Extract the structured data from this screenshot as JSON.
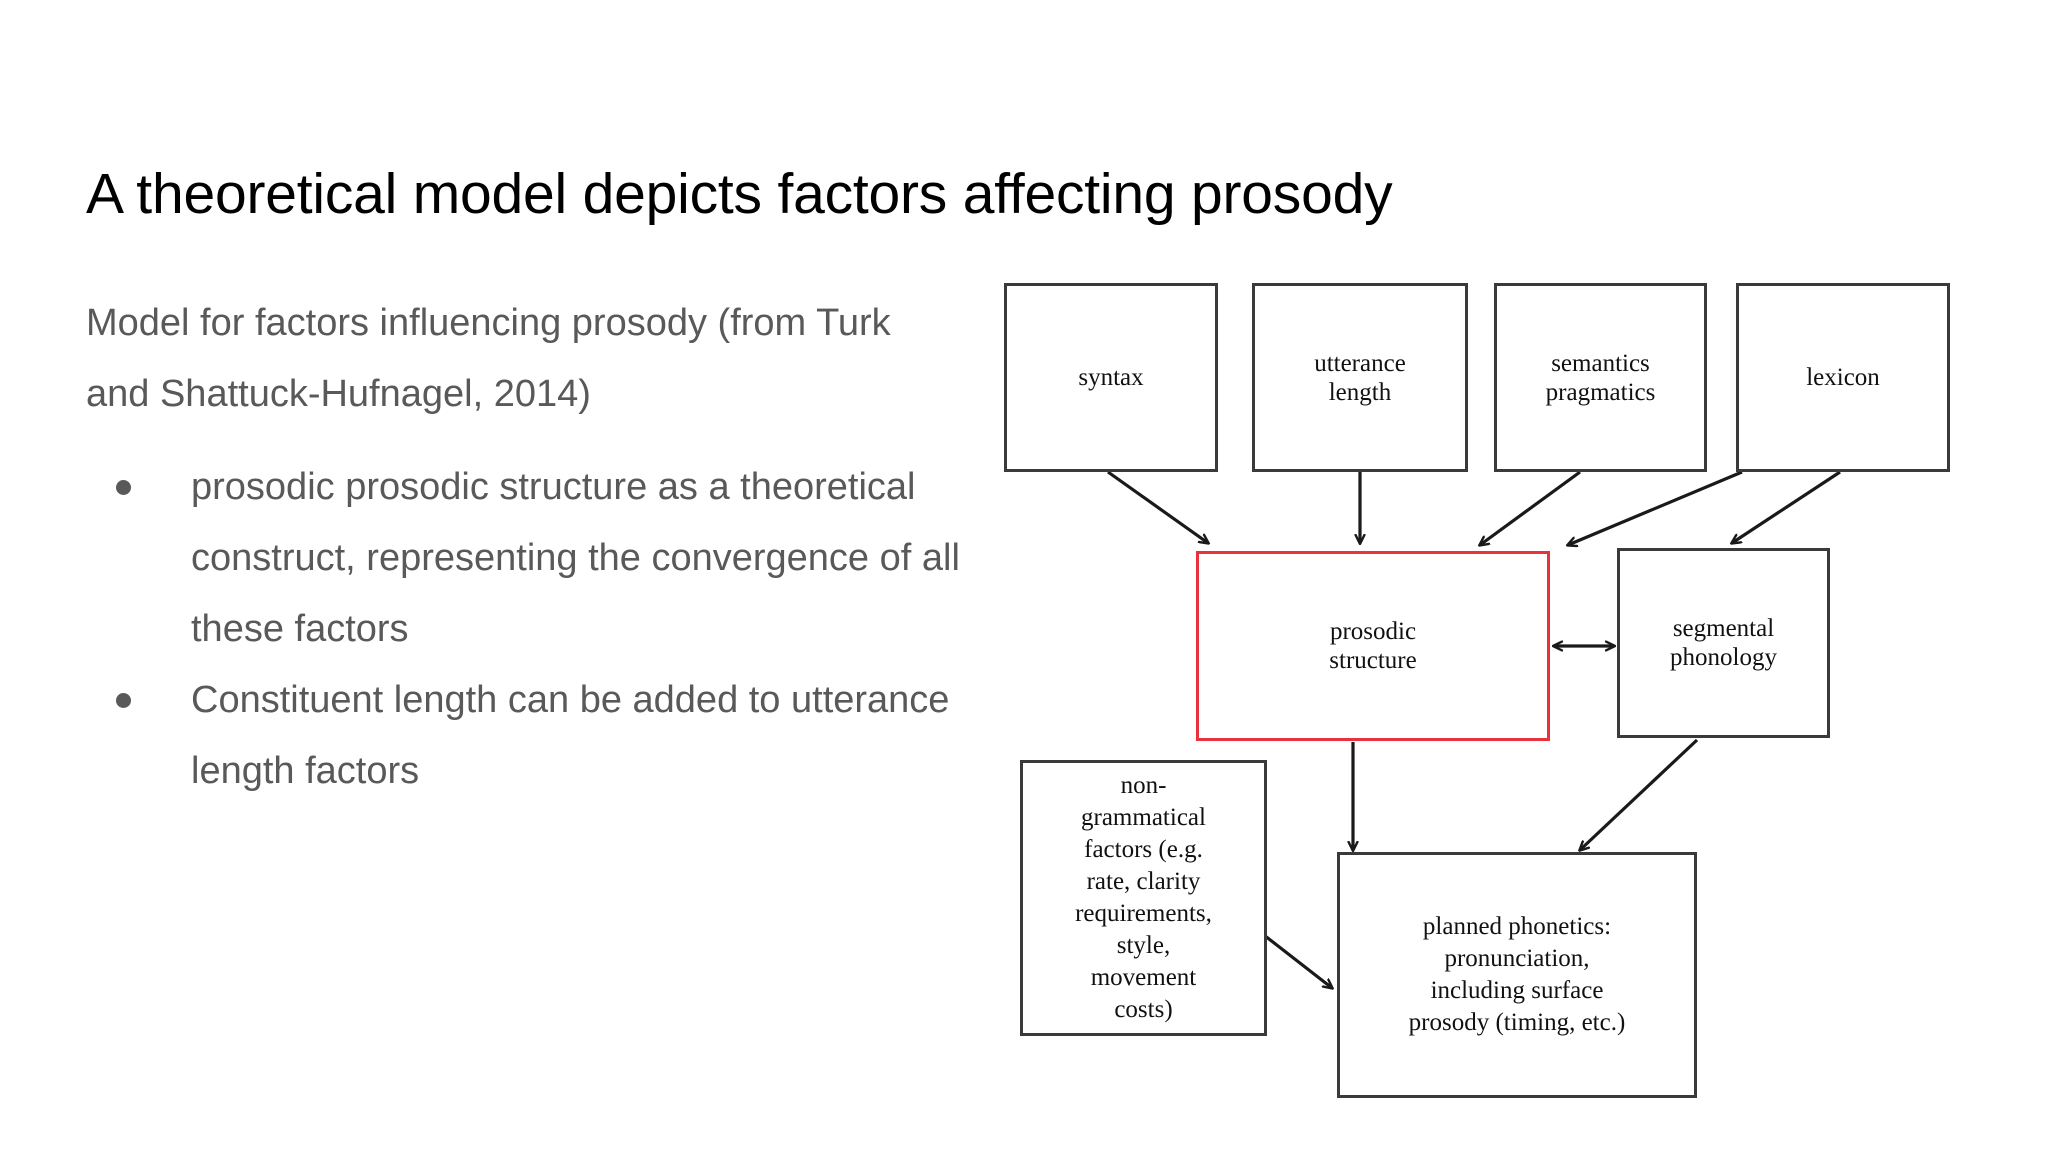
{
  "slide": {
    "title": "A theoretical model depicts factors affecting prosody",
    "background_color": "#ffffff",
    "title_color": "#000000",
    "body_text_color": "#595959"
  },
  "left_column": {
    "intro_paragraph": "Model for factors influencing prosody (from Turk and Shattuck-Hufnagel, 2014)",
    "bullets": [
      "prosodic prosodic structure as a theoretical construct, representing the convergence of all these factors",
      "Constituent length can be added to utterance length factors"
    ]
  },
  "diagram": {
    "caption_source": "Turk and Shattuck-Hufnagel, 2014",
    "highlight_color": "#e8323c",
    "box_border_color": "#3a3a3a",
    "nodes": [
      {
        "id": "syntax",
        "label": "syntax",
        "highlighted": false
      },
      {
        "id": "utterance-length",
        "label": "utterance\nlength",
        "highlighted": false
      },
      {
        "id": "semantics-pragmatics",
        "label": "semantics\npragmatics",
        "highlighted": false
      },
      {
        "id": "lexicon",
        "label": "lexicon",
        "highlighted": false
      },
      {
        "id": "prosodic-structure",
        "label": "prosodic\nstructure",
        "highlighted": true
      },
      {
        "id": "segmental-phonology",
        "label": "segmental\nphonology",
        "highlighted": false
      },
      {
        "id": "non-grammatical-factors",
        "label": "non-\ngrammatical\nfactors (e.g.\nrate, clarity\nrequirements,\nstyle,\nmovement\ncosts)",
        "highlighted": false
      },
      {
        "id": "planned-phonetics",
        "label": "planned phonetics:\npronunciation,\nincluding surface\nprosody (timing, etc.)",
        "highlighted": false
      }
    ],
    "edges": [
      {
        "from": "syntax",
        "to": "prosodic-structure",
        "style": "arrow"
      },
      {
        "from": "utterance-length",
        "to": "prosodic-structure",
        "style": "arrow"
      },
      {
        "from": "semantics-pragmatics",
        "to": "prosodic-structure",
        "style": "arrow"
      },
      {
        "from": "lexicon",
        "to": "prosodic-structure",
        "style": "arrow"
      },
      {
        "from": "lexicon",
        "to": "segmental-phonology",
        "style": "arrow"
      },
      {
        "from": "prosodic-structure",
        "to": "segmental-phonology",
        "style": "double-arrow"
      },
      {
        "from": "prosodic-structure",
        "to": "planned-phonetics",
        "style": "arrow"
      },
      {
        "from": "segmental-phonology",
        "to": "planned-phonetics",
        "style": "arrow"
      },
      {
        "from": "non-grammatical-factors",
        "to": "planned-phonetics",
        "style": "arrow"
      }
    ]
  }
}
